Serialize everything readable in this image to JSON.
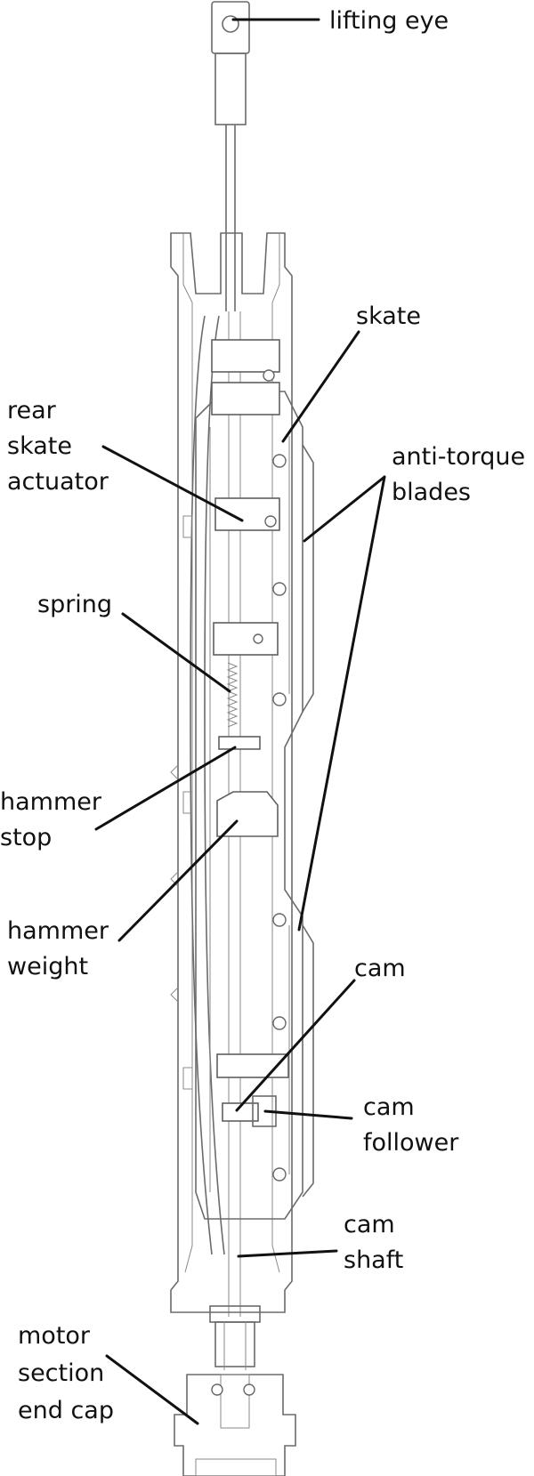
{
  "labels": {
    "lifting_eye": [
      "lifting eye"
    ],
    "skate": [
      "skate"
    ],
    "rear_skate_actuator": [
      "rear",
      "skate",
      "actuator"
    ],
    "anti_torque_blades": [
      "anti-torque",
      "blades"
    ],
    "spring": [
      "spring"
    ],
    "hammer_stop": [
      "hammer",
      "stop"
    ],
    "hammer_weight": [
      "hammer",
      "weight"
    ],
    "cam": [
      "cam"
    ],
    "cam_follower": [
      "cam",
      "follower"
    ],
    "cam_shaft": [
      "cam",
      "shaft"
    ],
    "motor_section_end_cap": [
      "motor",
      "section",
      "end cap"
    ]
  }
}
